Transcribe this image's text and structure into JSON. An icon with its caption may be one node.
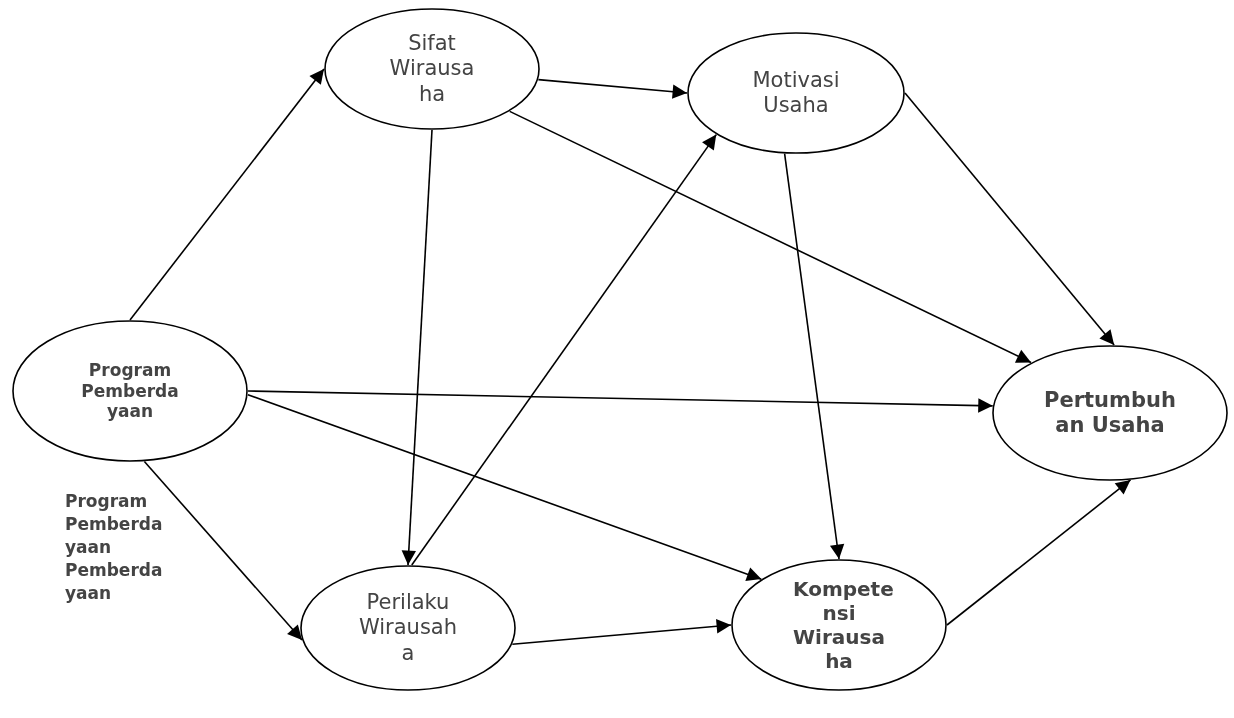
{
  "diagram": {
    "nodes": [
      {
        "text": [
          "Program Pemberda yaan"
        ]
      },
      {
        "text": [
          "Sifat Wirausa ha"
        ]
      },
      {
        "text": [
          "Motivasi Usaha"
        ]
      },
      {
        "text": [
          "Pertumbuh an Usaha"
        ]
      },
      {
        "text": [
          "Perilaku Wirausah a"
        ]
      },
      {
        "text": [
          "Kompete nsi Wirausa ha"
        ]
      }
    ],
    "edges": [
      {
        "from": 0,
        "to": 1,
        "arrow": "to"
      },
      {
        "from": 1,
        "to": 2,
        "arrow": "to"
      },
      {
        "from": 1,
        "to": 3,
        "arrow": "to"
      },
      {
        "from": 1,
        "to": 4,
        "arrow": "to"
      },
      {
        "from": 4,
        "to": 2,
        "arrow": "to"
      },
      {
        "from": 2,
        "to": 3,
        "arrow": "to"
      },
      {
        "from": 2,
        "to": 5,
        "arrow": "to"
      },
      {
        "from": 0,
        "to": 3,
        "arrow": "to"
      },
      {
        "from": 0,
        "to": 5,
        "arrow": "to"
      },
      {
        "from": 0,
        "to": 4,
        "arrow": "to"
      },
      {
        "from": 4,
        "to": 5,
        "arrow": "to"
      },
      {
        "from": 5,
        "to": 3,
        "arrow": "to"
      }
    ],
    "labels": [
      "Program Pemberda yaan Pemberda yaan"
    ]
  }
}
